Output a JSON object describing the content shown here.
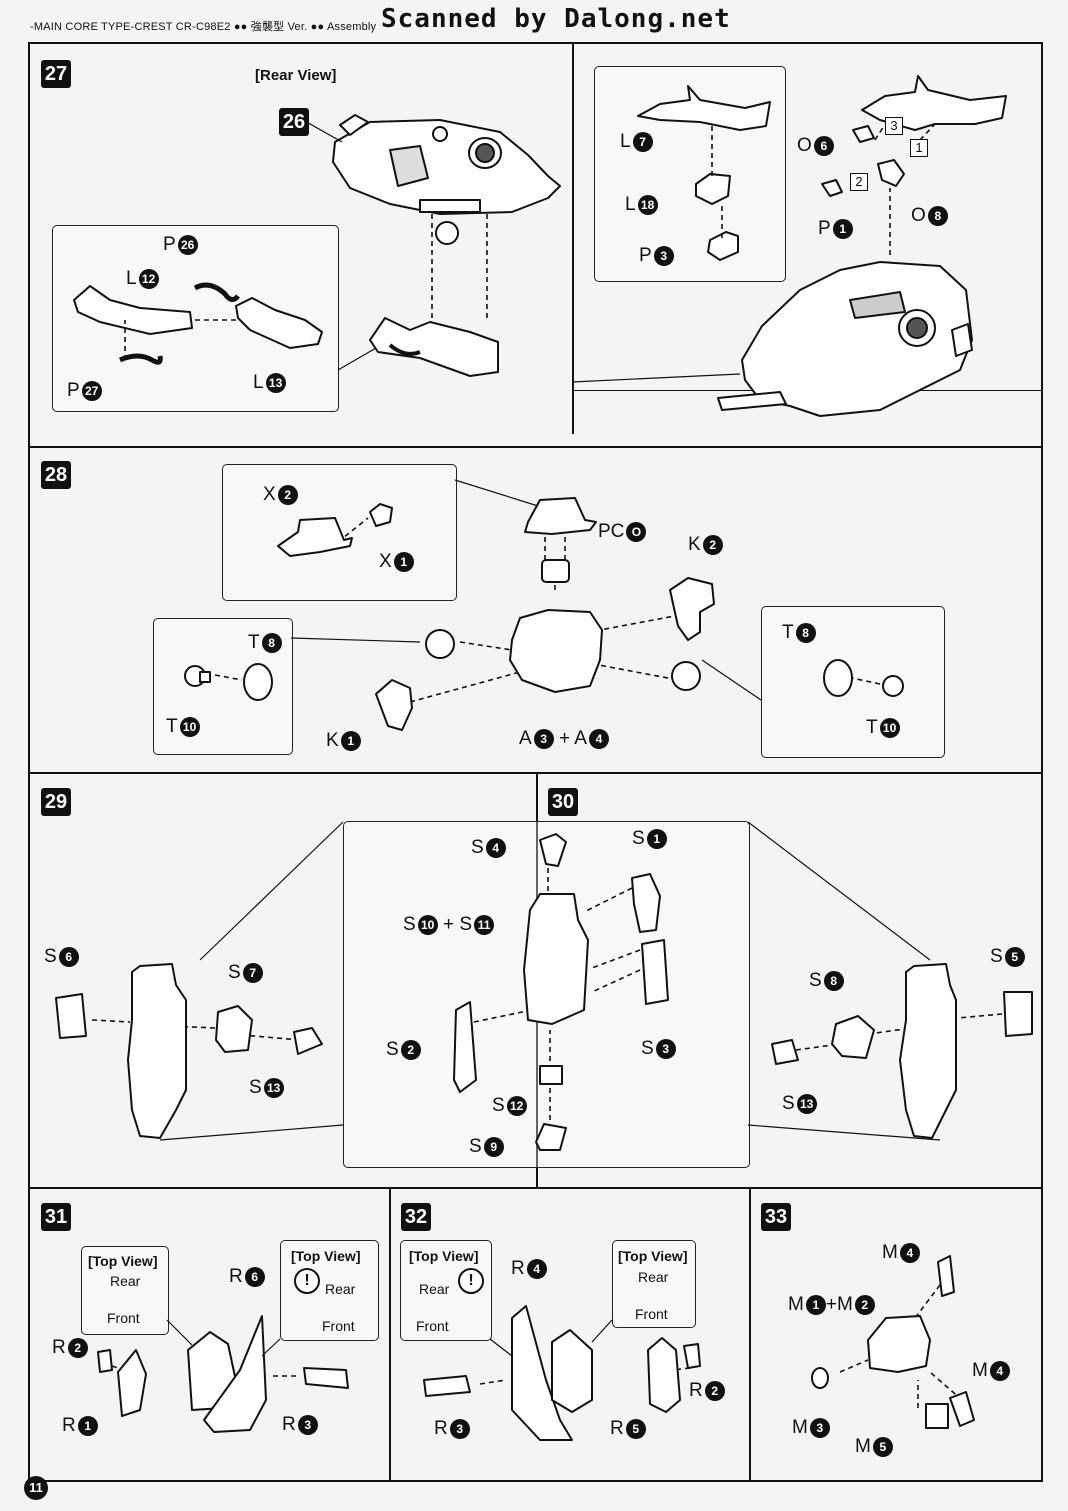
{
  "header": {
    "left": "-MAIN CORE TYPE-CREST  CR-C98E2  ●● 強襲型 Ver. ●● Assembly",
    "watermark": "Scanned by Dalong.net"
  },
  "page_number": "11",
  "steps": {
    "s27": {
      "num": "27",
      "view": "[Rear View]",
      "ref": "26",
      "labels": [
        {
          "t": "P",
          "n": "26"
        },
        {
          "t": "L",
          "n": "12"
        },
        {
          "t": "P",
          "n": "27"
        },
        {
          "t": "L",
          "n": "13"
        },
        {
          "t": "L",
          "n": "7"
        },
        {
          "t": "L",
          "n": "18"
        },
        {
          "t": "P",
          "n": "3"
        },
        {
          "t": "O",
          "n": "6"
        },
        {
          "t": "P",
          "n": "1"
        },
        {
          "t": "O",
          "n": "8"
        }
      ],
      "order": [
        "1",
        "2",
        "3"
      ]
    },
    "s28": {
      "num": "28",
      "labels": [
        {
          "t": "X",
          "n": "2"
        },
        {
          "t": "X",
          "n": "1"
        },
        {
          "t": "PC",
          "n": "O"
        },
        {
          "t": "K",
          "n": "2"
        },
        {
          "t": "T",
          "n": "8"
        },
        {
          "t": "T",
          "n": "10"
        },
        {
          "t": "K",
          "n": "1"
        },
        {
          "t": "T",
          "n": "8"
        },
        {
          "t": "T",
          "n": "10"
        }
      ],
      "combo": {
        "a": "A",
        "an": "3",
        "b": "A",
        "bn": "4"
      }
    },
    "s29": {
      "num": "29",
      "labels": [
        {
          "t": "S",
          "n": "6"
        },
        {
          "t": "S",
          "n": "7"
        },
        {
          "t": "S",
          "n": "13"
        }
      ]
    },
    "s30": {
      "num": "30",
      "labels": [
        {
          "t": "S",
          "n": "4"
        },
        {
          "t": "S",
          "n": "1"
        },
        {
          "t": "S",
          "n": "2"
        },
        {
          "t": "S",
          "n": "3"
        },
        {
          "t": "S",
          "n": "12"
        },
        {
          "t": "S",
          "n": "9"
        },
        {
          "t": "S",
          "n": "5"
        },
        {
          "t": "S",
          "n": "8"
        },
        {
          "t": "S",
          "n": "13"
        }
      ],
      "combo": {
        "a": "S",
        "an": "10",
        "b": "S",
        "bn": "11"
      }
    },
    "s31": {
      "num": "31",
      "top_view": "[Top View]",
      "rear": "Rear",
      "front": "Front",
      "labels": [
        {
          "t": "R",
          "n": "6"
        },
        {
          "t": "R",
          "n": "2"
        },
        {
          "t": "R",
          "n": "1"
        },
        {
          "t": "R",
          "n": "3"
        }
      ]
    },
    "s32": {
      "num": "32",
      "top_view": "[Top View]",
      "rear": "Rear",
      "front": "Front",
      "labels": [
        {
          "t": "R",
          "n": "4"
        },
        {
          "t": "R",
          "n": "3"
        },
        {
          "t": "R",
          "n": "2"
        },
        {
          "t": "R",
          "n": "5"
        }
      ]
    },
    "s33": {
      "num": "33",
      "labels": [
        {
          "t": "M",
          "n": "4"
        },
        {
          "t": "M",
          "n": "4"
        },
        {
          "t": "M",
          "n": "3"
        },
        {
          "t": "M",
          "n": "5"
        }
      ],
      "combo": {
        "a": "M",
        "an": "1",
        "b": "M",
        "bn": "2"
      }
    }
  }
}
